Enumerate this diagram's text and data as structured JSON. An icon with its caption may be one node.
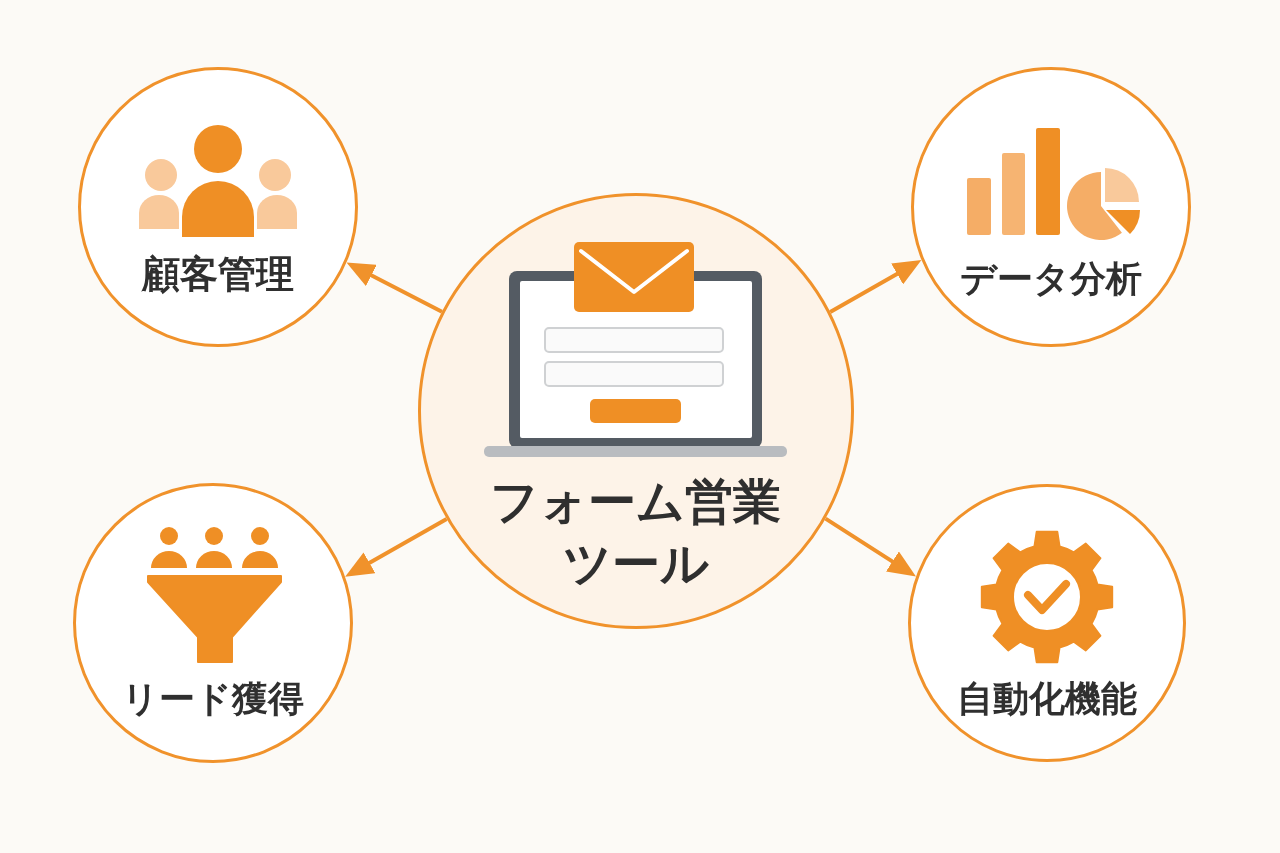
{
  "diagram": {
    "nodes": [
      {
        "text": [
          "顧客管理"
        ]
      },
      {
        "text": [
          "データ分析"
        ]
      },
      {
        "text": [
          "フォーム営業ツール"
        ]
      },
      {
        "text": [
          "リード獲得"
        ]
      },
      {
        "text": [
          "自動化機能"
        ]
      }
    ],
    "edges": [
      {
        "from": 2,
        "to": 0,
        "arrow": "to"
      },
      {
        "from": 2,
        "to": 1,
        "arrow": "to"
      },
      {
        "from": 2,
        "to": 3,
        "arrow": "to"
      },
      {
        "from": 2,
        "to": 4,
        "arrow": "to"
      }
    ]
  }
}
